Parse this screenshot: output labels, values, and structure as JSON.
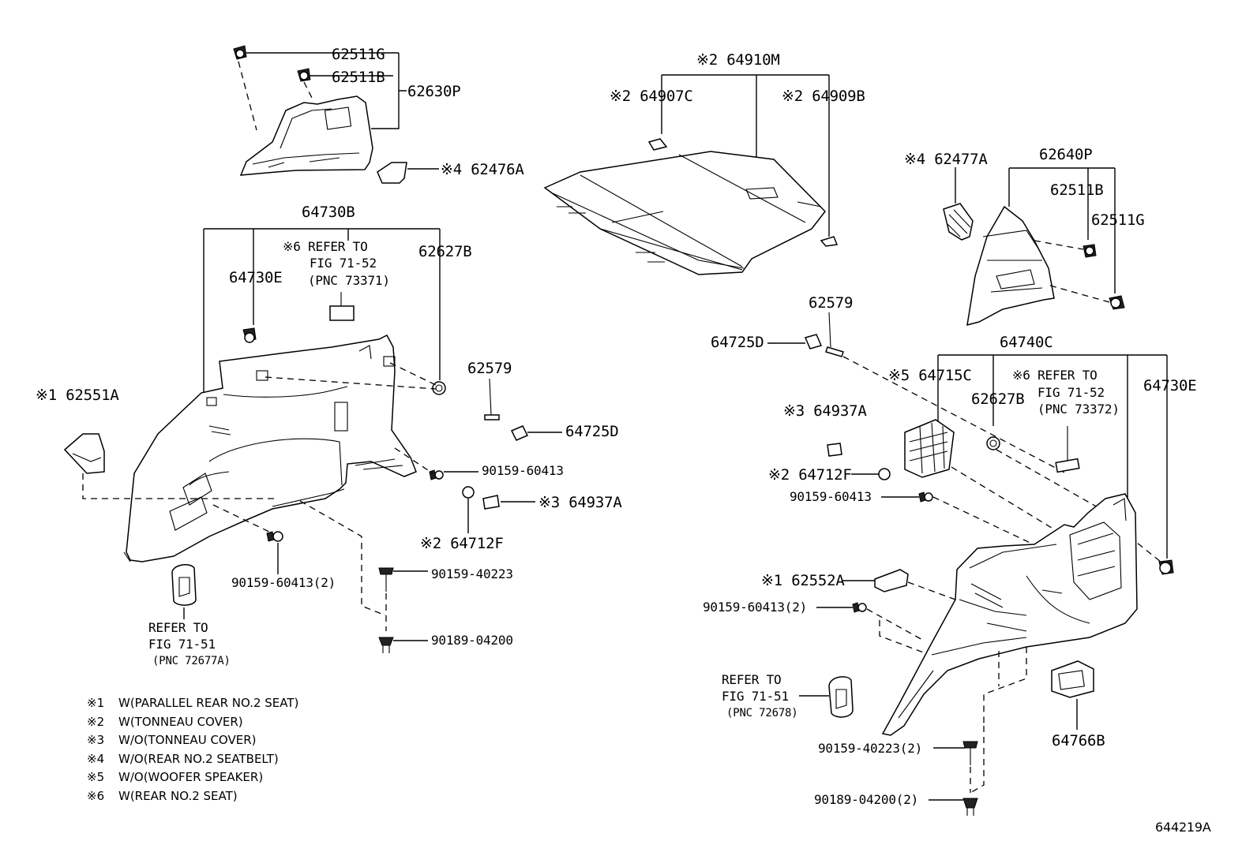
{
  "labels": {
    "p62511G_top": "62511G",
    "p62511B_top": "62511B",
    "p62630P": "62630P",
    "p62476A": "※4 62476A",
    "p64730B": "64730B",
    "p64730E_left": "64730E",
    "refer_73371_l1": "※6 REFER TO",
    "refer_73371_l2": "FIG 71-52",
    "refer_73371_l3": "(PNC 73371)",
    "p62627B_left": "62627B",
    "p62551A": "※1 62551A",
    "p62579_left": "62579",
    "p64725D_left": "64725D",
    "p90159_60413_left": "90159-60413",
    "p64937A_left": "※3 64937A",
    "p64712F_left": "※2 64712F",
    "p90159_60413_2_left": "90159-60413(2)",
    "p90159_40223_left": "90159-40223",
    "p90189_04200_left": "90189-04200",
    "refer_72677A_l1": "REFER TO",
    "refer_72677A_l2": "FIG 71-51",
    "refer_72677A_l3": "(PNC 72677A)",
    "p64910M": "※2 64910M",
    "p64907C": "※2 64907C",
    "p64909B": "※2 64909B",
    "p62477A": "※4 62477A",
    "p62640P": "62640P",
    "p62511B_right": "62511B",
    "p62511G_right": "62511G",
    "p62579_right": "62579",
    "p64725D_right": "64725D",
    "p64740C": "64740C",
    "p64715C": "※5 64715C",
    "refer_73372_l1": "※6 REFER TO",
    "refer_73372_l2": "FIG 71-52",
    "refer_73372_l3": "(PNC 73372)",
    "p62627B_right": "62627B",
    "p64730E_right": "64730E",
    "p64937A_right": "※3 64937A",
    "p64712F_right": "※2 64712F",
    "p90159_60413_right": "90159-60413",
    "p62552A": "※1 62552A",
    "p90159_60413_2_right": "90159-60413(2)",
    "refer_72678_l1": "REFER TO",
    "refer_72678_l2": "FIG 71-51",
    "refer_72678_l3": "(PNC 72678)",
    "p90159_40223_2_right": "90159-40223(2)",
    "p90189_04200_2_right": "90189-04200(2)",
    "p64766B": "64766B",
    "diagram_id": "644219A"
  },
  "legend": [
    {
      "mark": "※1",
      "text": "W(PARALLEL REAR NO.2 SEAT)"
    },
    {
      "mark": "※2",
      "text": "W(TONNEAU COVER)"
    },
    {
      "mark": "※3",
      "text": "W/O(TONNEAU COVER)"
    },
    {
      "mark": "※4",
      "text": "W/O(REAR NO.2 SEATBELT)"
    },
    {
      "mark": "※5",
      "text": "W/O(WOOFER SPEAKER)"
    },
    {
      "mark": "※6",
      "text": "W(REAR NO.2 SEAT)"
    }
  ]
}
